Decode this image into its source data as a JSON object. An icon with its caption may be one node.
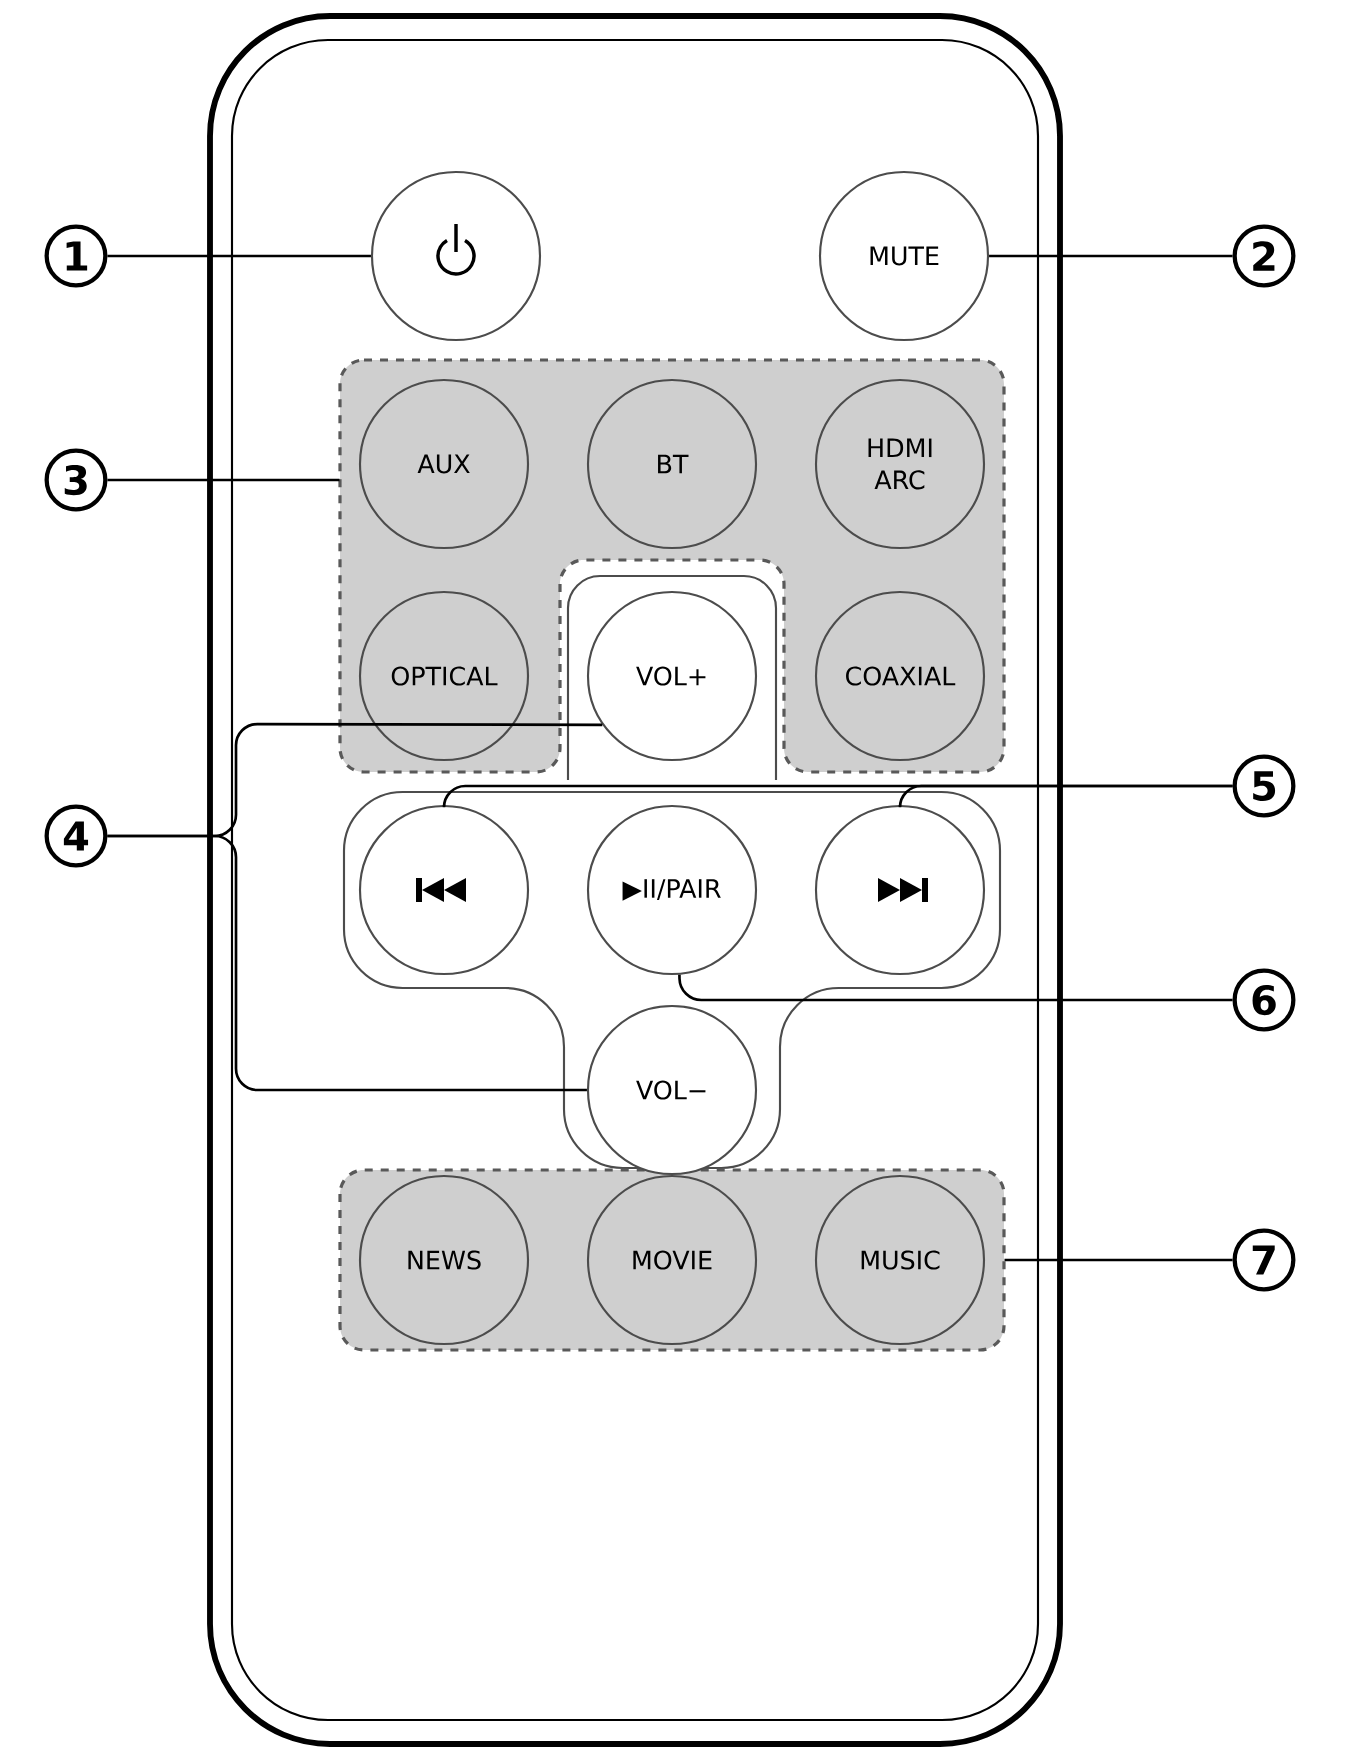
{
  "diagram": {
    "nodes": [
      {
        "text": [
          "1"
        ]
      },
      {
        "text": [],
        "shape": "circle"
      },
      {
        "text": [
          "MUTE"
        ]
      },
      {
        "text": [
          "2"
        ]
      },
      {
        "text": [
          "3"
        ]
      },
      {
        "text": [],
        "shape": "box"
      },
      {
        "text": [
          "AUX"
        ],
        "in": 5
      },
      {
        "text": [
          "BT"
        ],
        "in": 5
      },
      {
        "text": [
          "HDMI ARC"
        ],
        "in": 5
      },
      {
        "text": [
          "OPTICAL"
        ],
        "in": 5
      },
      {
        "text": [
          "VOL+"
        ]
      },
      {
        "text": [
          "COAXIAL"
        ],
        "in": 5
      },
      {
        "text": [
          "4"
        ]
      },
      {
        "text": [
          "5"
        ]
      },
      {
        "text": [],
        "shape": "circle"
      },
      {
        "text": [
          "▶II/PAIR"
        ]
      },
      {
        "text": [],
        "shape": "circle"
      },
      {
        "text": [
          "6"
        ]
      },
      {
        "text": [
          "VOL−"
        ]
      },
      {
        "text": [],
        "shape": "box"
      },
      {
        "text": [
          "NEWS"
        ],
        "in": 19
      },
      {
        "text": [
          "MOVIE"
        ],
        "in": 19
      },
      {
        "text": [
          "MUSIC"
        ],
        "in": 19
      },
      {
        "text": [
          "7"
        ]
      }
    ],
    "edges": [
      {
        "from": 0,
        "to": 1,
        "arrow": "none"
      },
      {
        "from": 3,
        "to": 2,
        "arrow": "none"
      },
      {
        "from": 4,
        "to": 5,
        "arrow": "none"
      },
      {
        "from": 12,
        "to": 10,
        "arrow": "none"
      },
      {
        "from": 12,
        "to": 18,
        "arrow": "none"
      },
      {
        "from": 13,
        "to": 14,
        "arrow": "none"
      },
      {
        "from": 13,
        "to": 16,
        "arrow": "none"
      },
      {
        "from": 17,
        "to": 15,
        "arrow": "none"
      },
      {
        "from": 23,
        "to": 19,
        "arrow": "none"
      }
    ]
  }
}
